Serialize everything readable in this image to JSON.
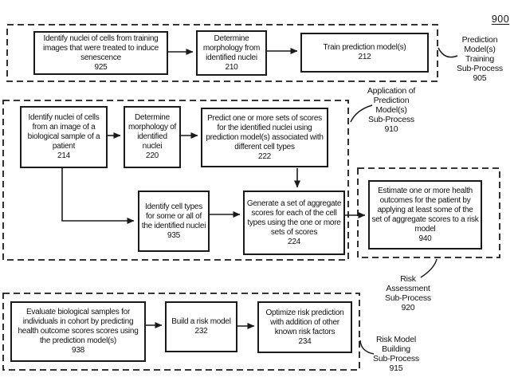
{
  "figure_number": "900",
  "colors": {
    "line": "#1a1a1a",
    "text": "#111111",
    "background": "#ffffff"
  },
  "subprocesses": {
    "training": {
      "label": "Prediction\nModel(s)\nTraining\nSub-Process",
      "label_num": "905",
      "box_925": {
        "text": "Identify nuclei of cells from training images that were treated to induce senescence",
        "num": "925"
      },
      "box_210": {
        "text": "Determine morphology from identified nuclei",
        "num": "210"
      },
      "box_212": {
        "text": "Train prediction model(s)",
        "num": "212"
      }
    },
    "application": {
      "label": "Application of\nPrediction\nModel(s)\nSub-Process",
      "label_num": "910",
      "box_214": {
        "text": "Identify nuclei of cells from an image of a biological sample of a patient",
        "num": "214"
      },
      "box_220": {
        "text": "Determine morphology of identified nuclei",
        "num": "220"
      },
      "box_222": {
        "text": "Predict one or more sets of scores for the identified nuclei using prediction model(s) associated with different cell types",
        "num": "222"
      },
      "box_935": {
        "text": "Identify cell types for some or all of the identified nuclei",
        "num": "935"
      },
      "box_224": {
        "text": "Generate a set of aggregate scores for each of the cell types using the one or more sets of scores",
        "num": "224"
      }
    },
    "risk_assessment": {
      "label": "Risk\nAssessment\nSub-Process",
      "label_num": "920",
      "box_940": {
        "text": "Estimate one or more health outcomes for the patient by applying at least some of the set of aggregate scores to a risk model",
        "num": "940"
      }
    },
    "risk_model_building": {
      "label": "Risk Model\nBuilding\nSub-Process",
      "label_num": "915",
      "box_938": {
        "text": "Evaluate biological samples for individuals in cohort by predicting health outcome scores scores using the prediction model(s)",
        "num": "938"
      },
      "box_232": {
        "text": "Build a risk model",
        "num": "232"
      },
      "box_234": {
        "text": "Optimize risk prediction with addition of other known risk factors",
        "num": "234"
      }
    }
  }
}
